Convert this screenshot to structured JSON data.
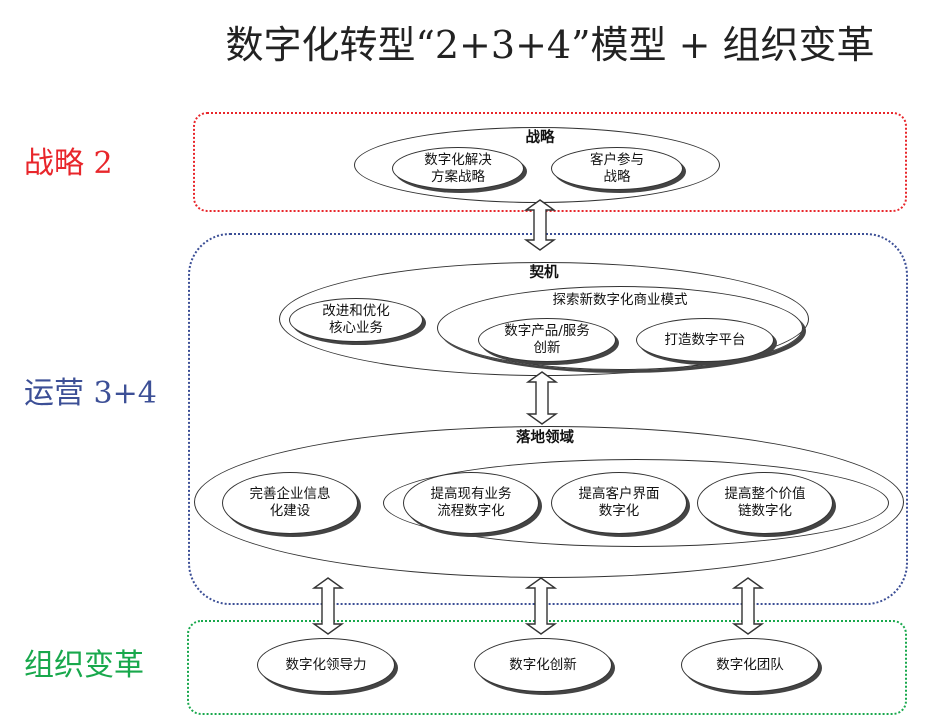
{
  "title": "数字化转型“2+3+4”模型 + 组织变革",
  "side_labels": {
    "strategy": "战略 2",
    "operations": "运营 3+4",
    "org_change": "组织变革"
  },
  "colors": {
    "strategy": "#e8262b",
    "operations": "#3c4f96",
    "org_change": "#18a84c",
    "line": "#333333"
  },
  "strategy": {
    "heading": "战略",
    "items": [
      "数字化解决\n方案战略",
      "客户参与\n战略"
    ]
  },
  "opportunity": {
    "heading": "契机",
    "core": "改进和优化\n核心业务",
    "explore": {
      "heading": "探索新数字化商业模式",
      "items": [
        "数字产品/服务\n创新",
        "打造数字平台"
      ]
    }
  },
  "landing": {
    "heading": "落地领域",
    "info": "完善企业信息\n化建设",
    "items": [
      "提高现有业务\n流程数字化",
      "提高客户界面\n数字化",
      "提高整个价值\n链数字化"
    ]
  },
  "org": {
    "items": [
      "数字化领导力",
      "数字化创新",
      "数字化团队"
    ]
  }
}
